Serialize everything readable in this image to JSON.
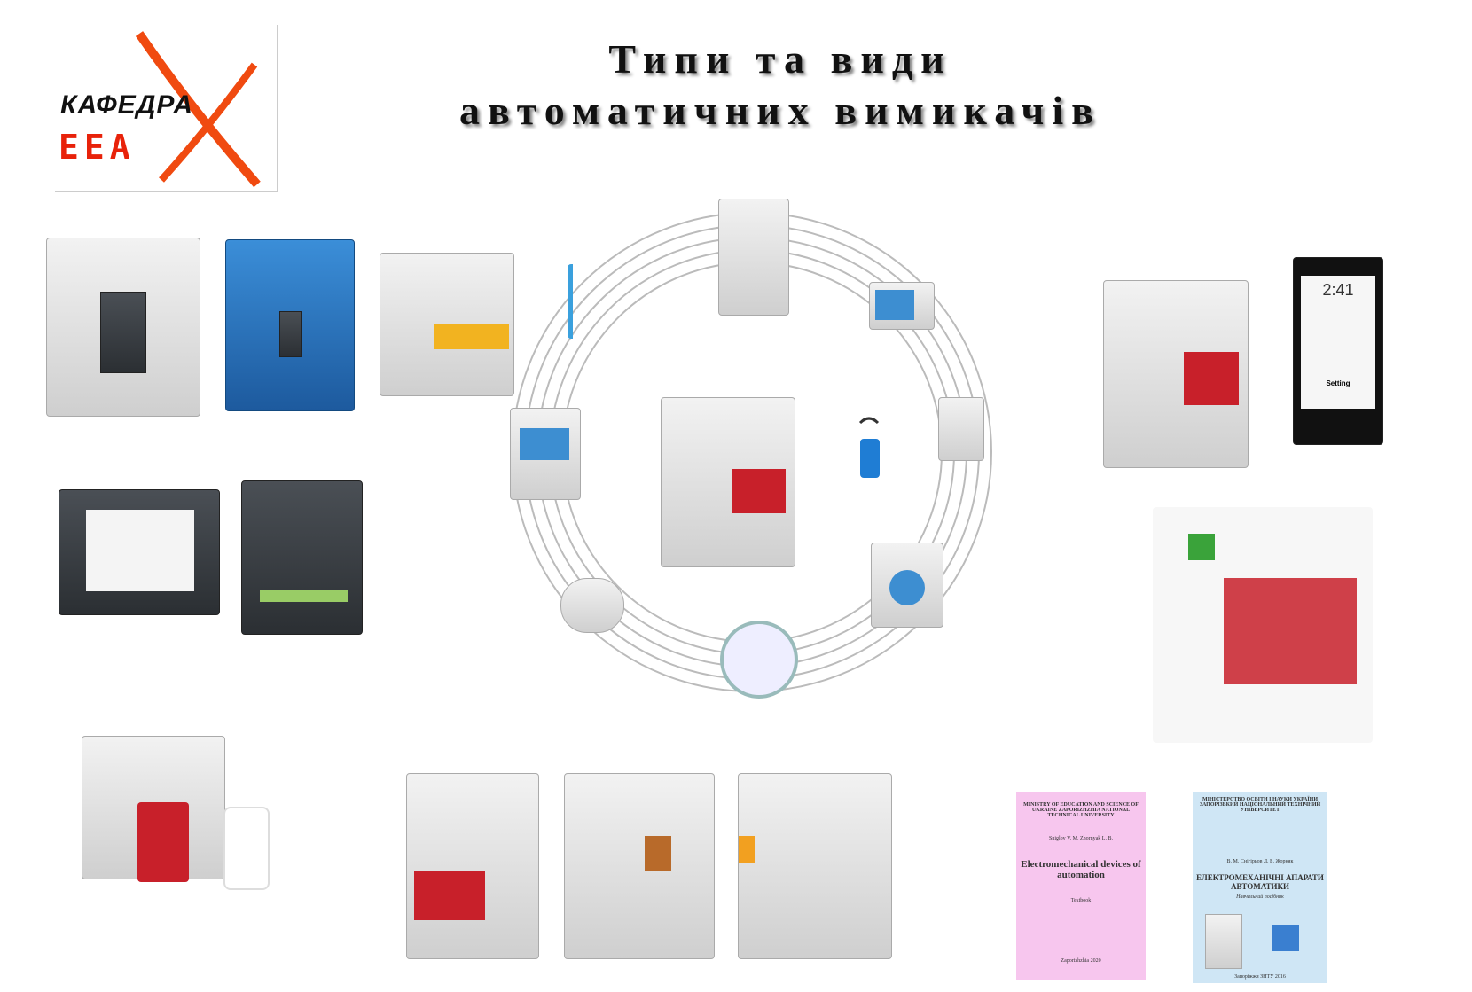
{
  "slide": {
    "title_line1": "Типи та види",
    "title_line2": "автоматичних вимикачів"
  },
  "logo": {
    "text_top": "КАФЕДРА",
    "text_bottom": "ЕЕА",
    "mark": "X"
  },
  "books": [
    {
      "header": "MINISTRY OF EDUCATION AND SCIENCE OF UKRAINE ZAPORIZHZHIA NATIONAL TECHNICAL UNIVERSITY",
      "authors": "Sniglov V. M. Zhornyak L. B.",
      "title": "Electromechanical devices of automation",
      "subtitle": "Textbook",
      "footer": "Zaporizhzhia 2020",
      "color": "#f7c6ee"
    },
    {
      "header": "МІНІСТЕРСТВО ОСВІТИ І НАУКИ УКРАЇНИ ЗАПОРІЗЬКИЙ НАЦІОНАЛЬНИЙ ТЕХНІЧНИЙ УНІВЕРСИТЕТ",
      "authors": "В. М. Снігірьов Л. Б. Жорняк",
      "title": "ЕЛЕКТРОМЕХАНІЧНІ АПАРАТИ АВТОМАТИКИ",
      "subtitle": "Навчальний посібник",
      "footer": "Запоріжжя ЗНТУ 2016",
      "color": "#cfe6f5"
    }
  ],
  "phone": {
    "time": "2:41",
    "setting": "Setting"
  },
  "colors": {
    "accent": "#e8220a",
    "breaker_red": "#c8202a"
  }
}
